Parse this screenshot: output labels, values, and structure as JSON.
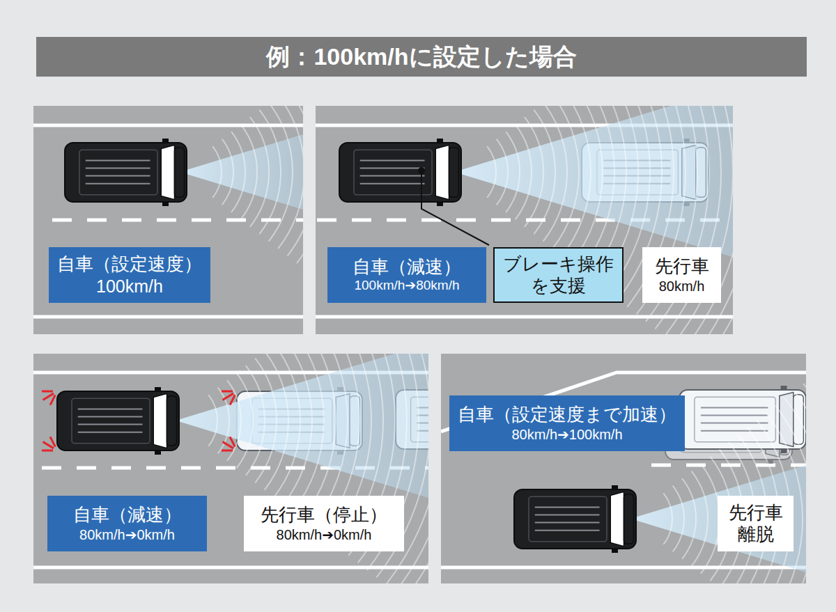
{
  "diagram": {
    "title": "例：100km/hに設定した場合",
    "nodes": [
      {
        "text": [
          "自車（設定速度）",
          "100km/h"
        ]
      },
      {
        "text": [
          "自車（減速）",
          "100km/h➔80km/h"
        ]
      },
      {
        "text": [
          "ブレーキ操作 を支援"
        ]
      },
      {
        "text": [
          "先行車",
          "80km/h"
        ]
      },
      {
        "text": [
          "自車（減速）",
          "80km/h➔0km/h"
        ]
      },
      {
        "text": [
          "先行車（停止）",
          "80km/h➔0km/h"
        ]
      },
      {
        "text": [
          "自車（設定速度まで加速）",
          "80km/h➔100km/h"
        ]
      },
      {
        "text": [
          "先行車 離脱"
        ]
      }
    ],
    "edges": []
  }
}
